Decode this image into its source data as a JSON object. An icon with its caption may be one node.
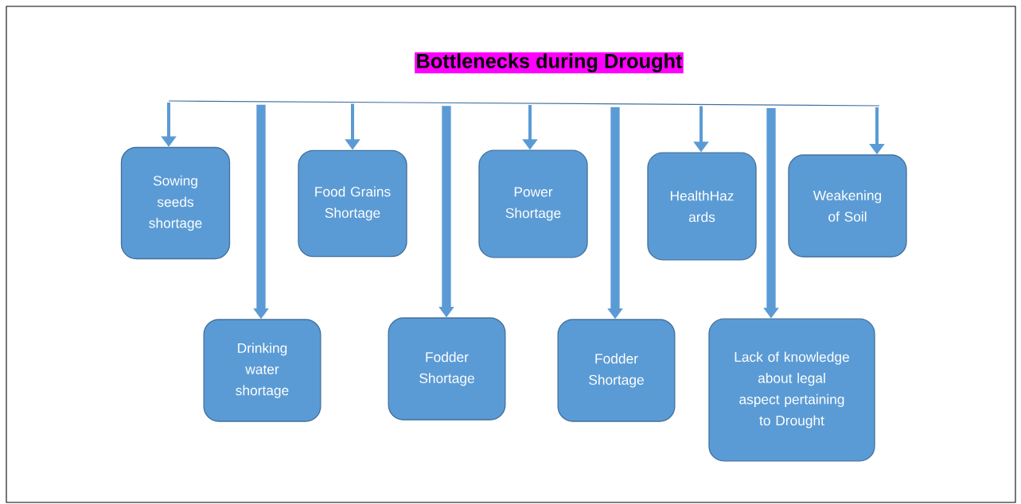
{
  "diagram": {
    "title": "Bottlenecks during Drought",
    "nodes": [
      {
        "text": [
          "Sowing seeds shortage"
        ]
      },
      {
        "text": [
          "Drinking water shortage"
        ]
      },
      {
        "text": [
          "Food Grains Shortage"
        ]
      },
      {
        "text": [
          "Fodder Shortage"
        ]
      },
      {
        "text": [
          "Power Shortage"
        ]
      },
      {
        "text": [
          "Fodder Shortage"
        ]
      },
      {
        "text": [
          "HealthHaz ards"
        ]
      },
      {
        "text": [
          "Lack of knowledge about legal aspect pertaining to Drought"
        ]
      },
      {
        "text": [
          "Weakening of Soil"
        ]
      }
    ],
    "edges": [
      {
        "from": null,
        "to": 0,
        "arrow": "to"
      },
      {
        "from": null,
        "to": 1,
        "arrow": "to",
        "style": "thick"
      },
      {
        "from": null,
        "to": 2,
        "arrow": "to"
      },
      {
        "from": null,
        "to": 3,
        "arrow": "to",
        "style": "thick"
      },
      {
        "from": null,
        "to": 4,
        "arrow": "to"
      },
      {
        "from": null,
        "to": 5,
        "arrow": "to",
        "style": "thick"
      },
      {
        "from": null,
        "to": 6,
        "arrow": "to"
      },
      {
        "from": null,
        "to": 7,
        "arrow": "to",
        "style": "thick"
      },
      {
        "from": null,
        "to": 8,
        "arrow": "to"
      }
    ]
  }
}
